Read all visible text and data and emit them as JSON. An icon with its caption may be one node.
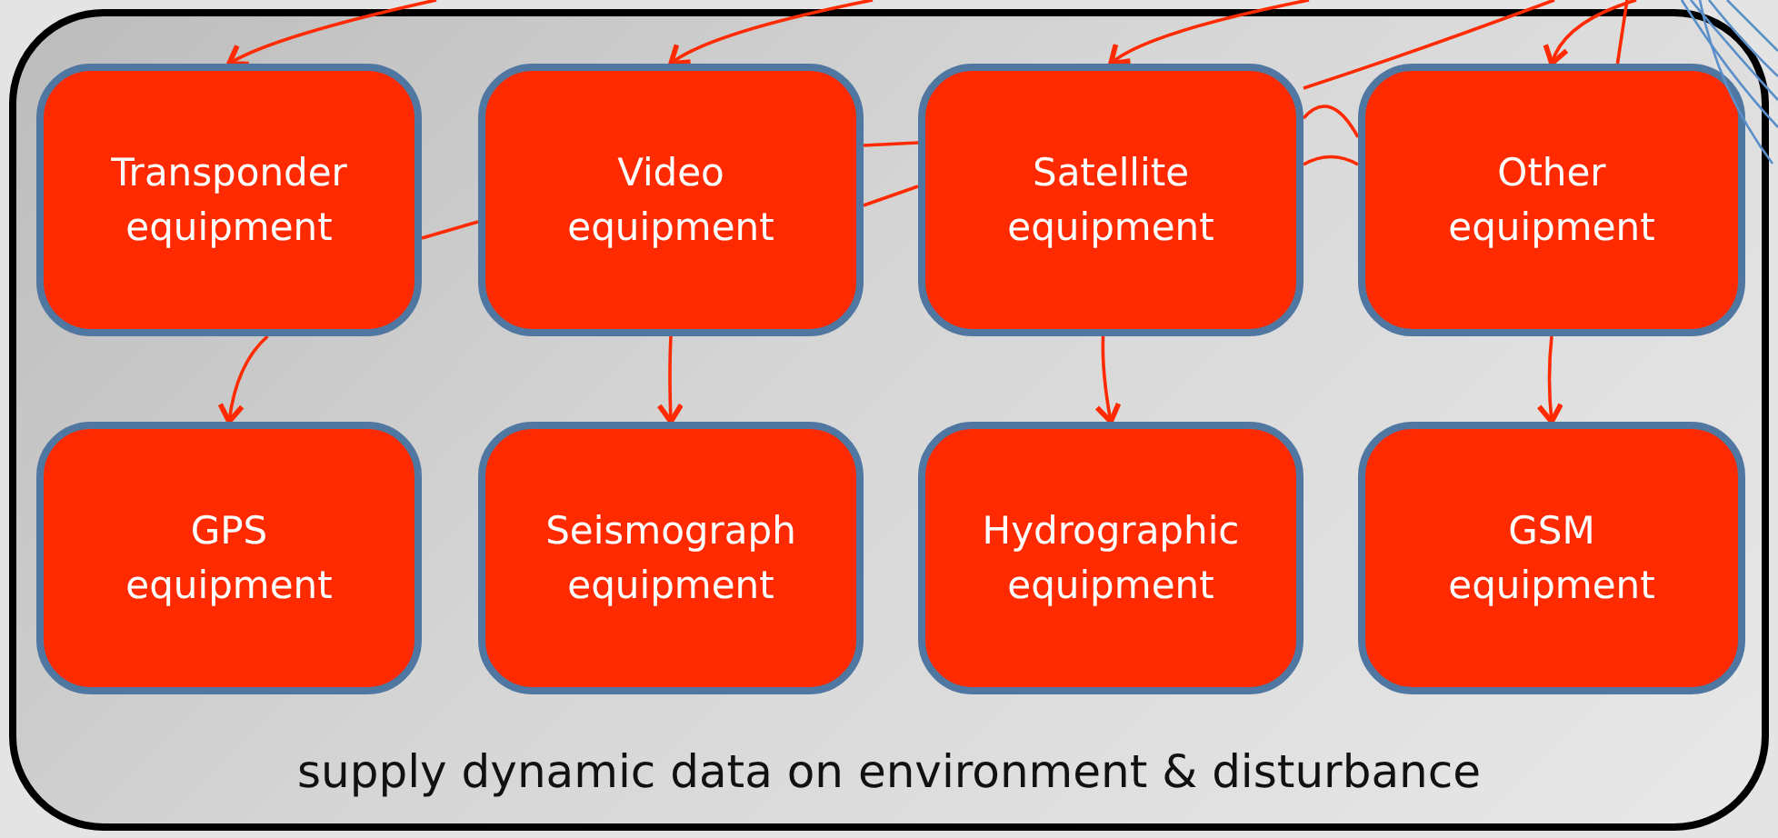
{
  "diagram": {
    "nodes": [
      {
        "text": [
          "supply dynamic data on environment & disturbance"
        ]
      },
      {
        "text": [
          "Transponder equipment"
        ],
        "in": 0
      },
      {
        "text": [
          "Video equipment"
        ],
        "in": 0
      },
      {
        "text": [
          "Satellite equipment"
        ],
        "in": 0
      },
      {
        "text": [
          "Other equipment"
        ],
        "in": 0
      },
      {
        "text": [
          "GPS equipment"
        ],
        "in": 0
      },
      {
        "text": [
          "Seismograph equipment"
        ],
        "in": 0
      },
      {
        "text": [
          "Hydrographic equipment"
        ],
        "in": 0
      },
      {
        "text": [
          "GSM equipment"
        ],
        "in": 0
      }
    ],
    "edges": [
      {
        "from": null,
        "to": 1,
        "arrow": "to"
      },
      {
        "from": null,
        "to": 2,
        "arrow": "to"
      },
      {
        "from": null,
        "to": 3,
        "arrow": "to"
      },
      {
        "from": null,
        "to": 4,
        "arrow": "to"
      },
      {
        "from": 1,
        "to": 5,
        "arrow": "to"
      },
      {
        "from": 2,
        "to": 6,
        "arrow": "to"
      },
      {
        "from": 3,
        "to": 7,
        "arrow": "to"
      },
      {
        "from": 4,
        "to": 8,
        "arrow": "to"
      },
      {
        "from": 1,
        "to": 2,
        "arrow": "none"
      },
      {
        "from": 2,
        "to": 3,
        "arrow": "none"
      },
      {
        "from": 2,
        "to": 3,
        "arrow": "none"
      },
      {
        "from": 3,
        "to": 4,
        "arrow": "none"
      },
      {
        "from": 3,
        "to": 4,
        "arrow": "none"
      },
      {
        "from": 3,
        "to": null,
        "arrow": "none"
      },
      {
        "from": 4,
        "to": null,
        "arrow": "none"
      }
    ]
  }
}
